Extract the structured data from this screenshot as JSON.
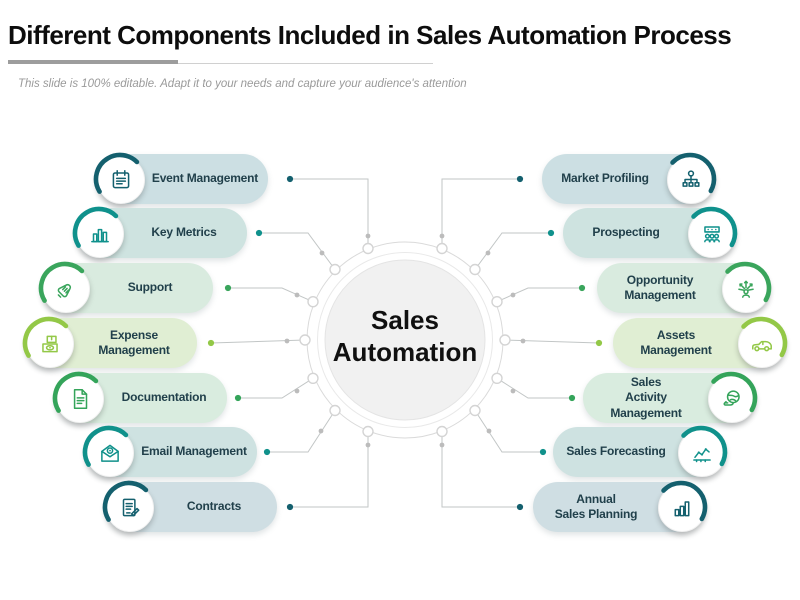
{
  "title": "Different Components Included in Sales Automation Process",
  "subtitle": "This slide is 100% editable. Adapt it to your needs and capture your audience's attention",
  "center": {
    "label_line1": "Sales",
    "label_line2": "Automation"
  },
  "left_items": [
    {
      "label": "Event Management",
      "icon": "calendar-event-icon",
      "pill_color": "#ccdfe3",
      "accent": "#14606e"
    },
    {
      "label": "Key Metrics",
      "icon": "bar-chart-icon",
      "pill_color": "#cee3e0",
      "accent": "#0f918c"
    },
    {
      "label": "Support",
      "icon": "hand-support-icon",
      "pill_color": "#d9ebdf",
      "accent": "#3aa55c"
    },
    {
      "label": "Expense\nManagement",
      "icon": "money-expense-icon",
      "pill_color": "#e0eed3",
      "accent": "#93c847"
    },
    {
      "label": "Documentation",
      "icon": "document-icon",
      "pill_color": "#d9ecdf",
      "accent": "#34a45a"
    },
    {
      "label": "Email Management",
      "icon": "email-icon",
      "pill_color": "#cee2e1",
      "accent": "#10918b"
    },
    {
      "label": "Contracts",
      "icon": "contract-pen-icon",
      "pill_color": "#cfdee3",
      "accent": "#14606e"
    }
  ],
  "right_items": [
    {
      "label": "Market Profiling",
      "icon": "org-chart-icon",
      "pill_color": "#ccdfe3",
      "accent": "#14606e"
    },
    {
      "label": "Prospecting",
      "icon": "people-group-icon",
      "pill_color": "#cee3e0",
      "accent": "#0f918c"
    },
    {
      "label": "Opportunity\nManagement",
      "icon": "person-arrows-icon",
      "pill_color": "#d9ebdf",
      "accent": "#3aa55c"
    },
    {
      "label": "Assets\nManagement",
      "icon": "car-icon",
      "pill_color": "#e0eed3",
      "accent": "#93c847"
    },
    {
      "label": "Sales\nActivity Management",
      "icon": "globe-hand-icon",
      "pill_color": "#d9ecdf",
      "accent": "#34a45a"
    },
    {
      "label": "Sales Forecasting",
      "icon": "line-chart-icon",
      "pill_color": "#cee2e1",
      "accent": "#10918b"
    },
    {
      "label": "Annual\nSales Planning",
      "icon": "growth-bars-icon",
      "pill_color": "#cfdee3",
      "accent": "#14606e"
    }
  ]
}
